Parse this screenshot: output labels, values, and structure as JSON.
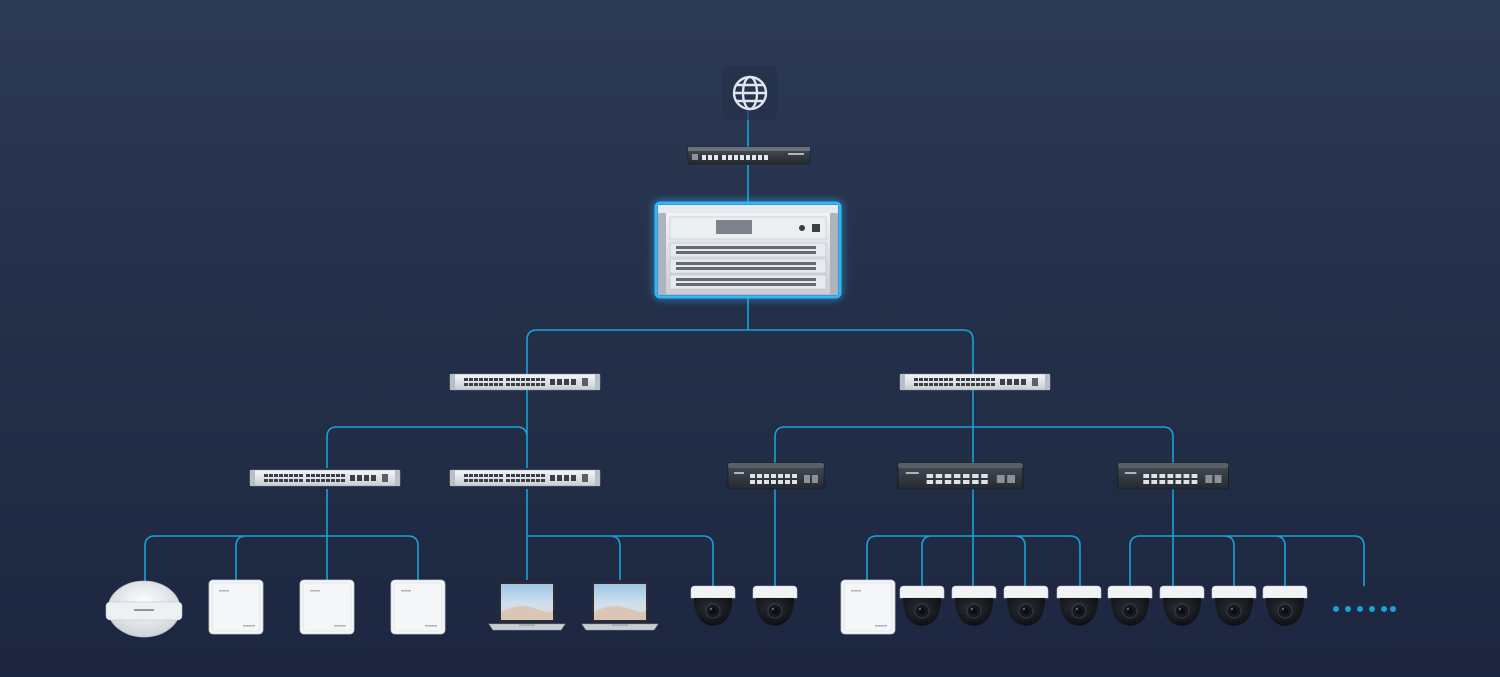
{
  "diagram": {
    "line_color": "#19a3d6",
    "background_top": "#2d3a55",
    "background_bottom": "#1d2640",
    "nodes": [
      {
        "id": "internet",
        "kind": "globe-icon"
      },
      {
        "id": "gateway",
        "kind": "router"
      },
      {
        "id": "core-switch",
        "kind": "chassis-switch"
      },
      {
        "id": "aggregation-switch-left",
        "kind": "rack-switch-light"
      },
      {
        "id": "aggregation-switch-right",
        "kind": "rack-switch-light"
      },
      {
        "id": "access-switch-1",
        "kind": "rack-switch-light"
      },
      {
        "id": "access-switch-2",
        "kind": "rack-switch-light"
      },
      {
        "id": "access-switch-3",
        "kind": "desktop-switch-dark"
      },
      {
        "id": "access-switch-4",
        "kind": "desktop-switch-dark"
      },
      {
        "id": "access-switch-5",
        "kind": "desktop-switch-dark"
      },
      {
        "id": "outdoor-ap",
        "kind": "outdoor-ap"
      },
      {
        "id": "ceiling-ap-1",
        "kind": "ceiling-ap"
      },
      {
        "id": "ceiling-ap-2",
        "kind": "ceiling-ap"
      },
      {
        "id": "ceiling-ap-3",
        "kind": "ceiling-ap"
      },
      {
        "id": "laptop-1",
        "kind": "laptop"
      },
      {
        "id": "laptop-2",
        "kind": "laptop"
      },
      {
        "id": "camera-1",
        "kind": "dome-camera"
      },
      {
        "id": "camera-2",
        "kind": "dome-camera"
      },
      {
        "id": "ceiling-ap-4",
        "kind": "ceiling-ap"
      },
      {
        "id": "camera-3",
        "kind": "dome-camera"
      },
      {
        "id": "camera-4",
        "kind": "dome-camera"
      },
      {
        "id": "camera-5",
        "kind": "dome-camera"
      },
      {
        "id": "camera-6",
        "kind": "dome-camera"
      },
      {
        "id": "camera-7",
        "kind": "dome-camera"
      },
      {
        "id": "camera-8",
        "kind": "dome-camera"
      },
      {
        "id": "camera-9",
        "kind": "dome-camera"
      },
      {
        "id": "camera-10",
        "kind": "dome-camera"
      },
      {
        "id": "more-devices",
        "kind": "ellipsis-dots"
      }
    ]
  }
}
